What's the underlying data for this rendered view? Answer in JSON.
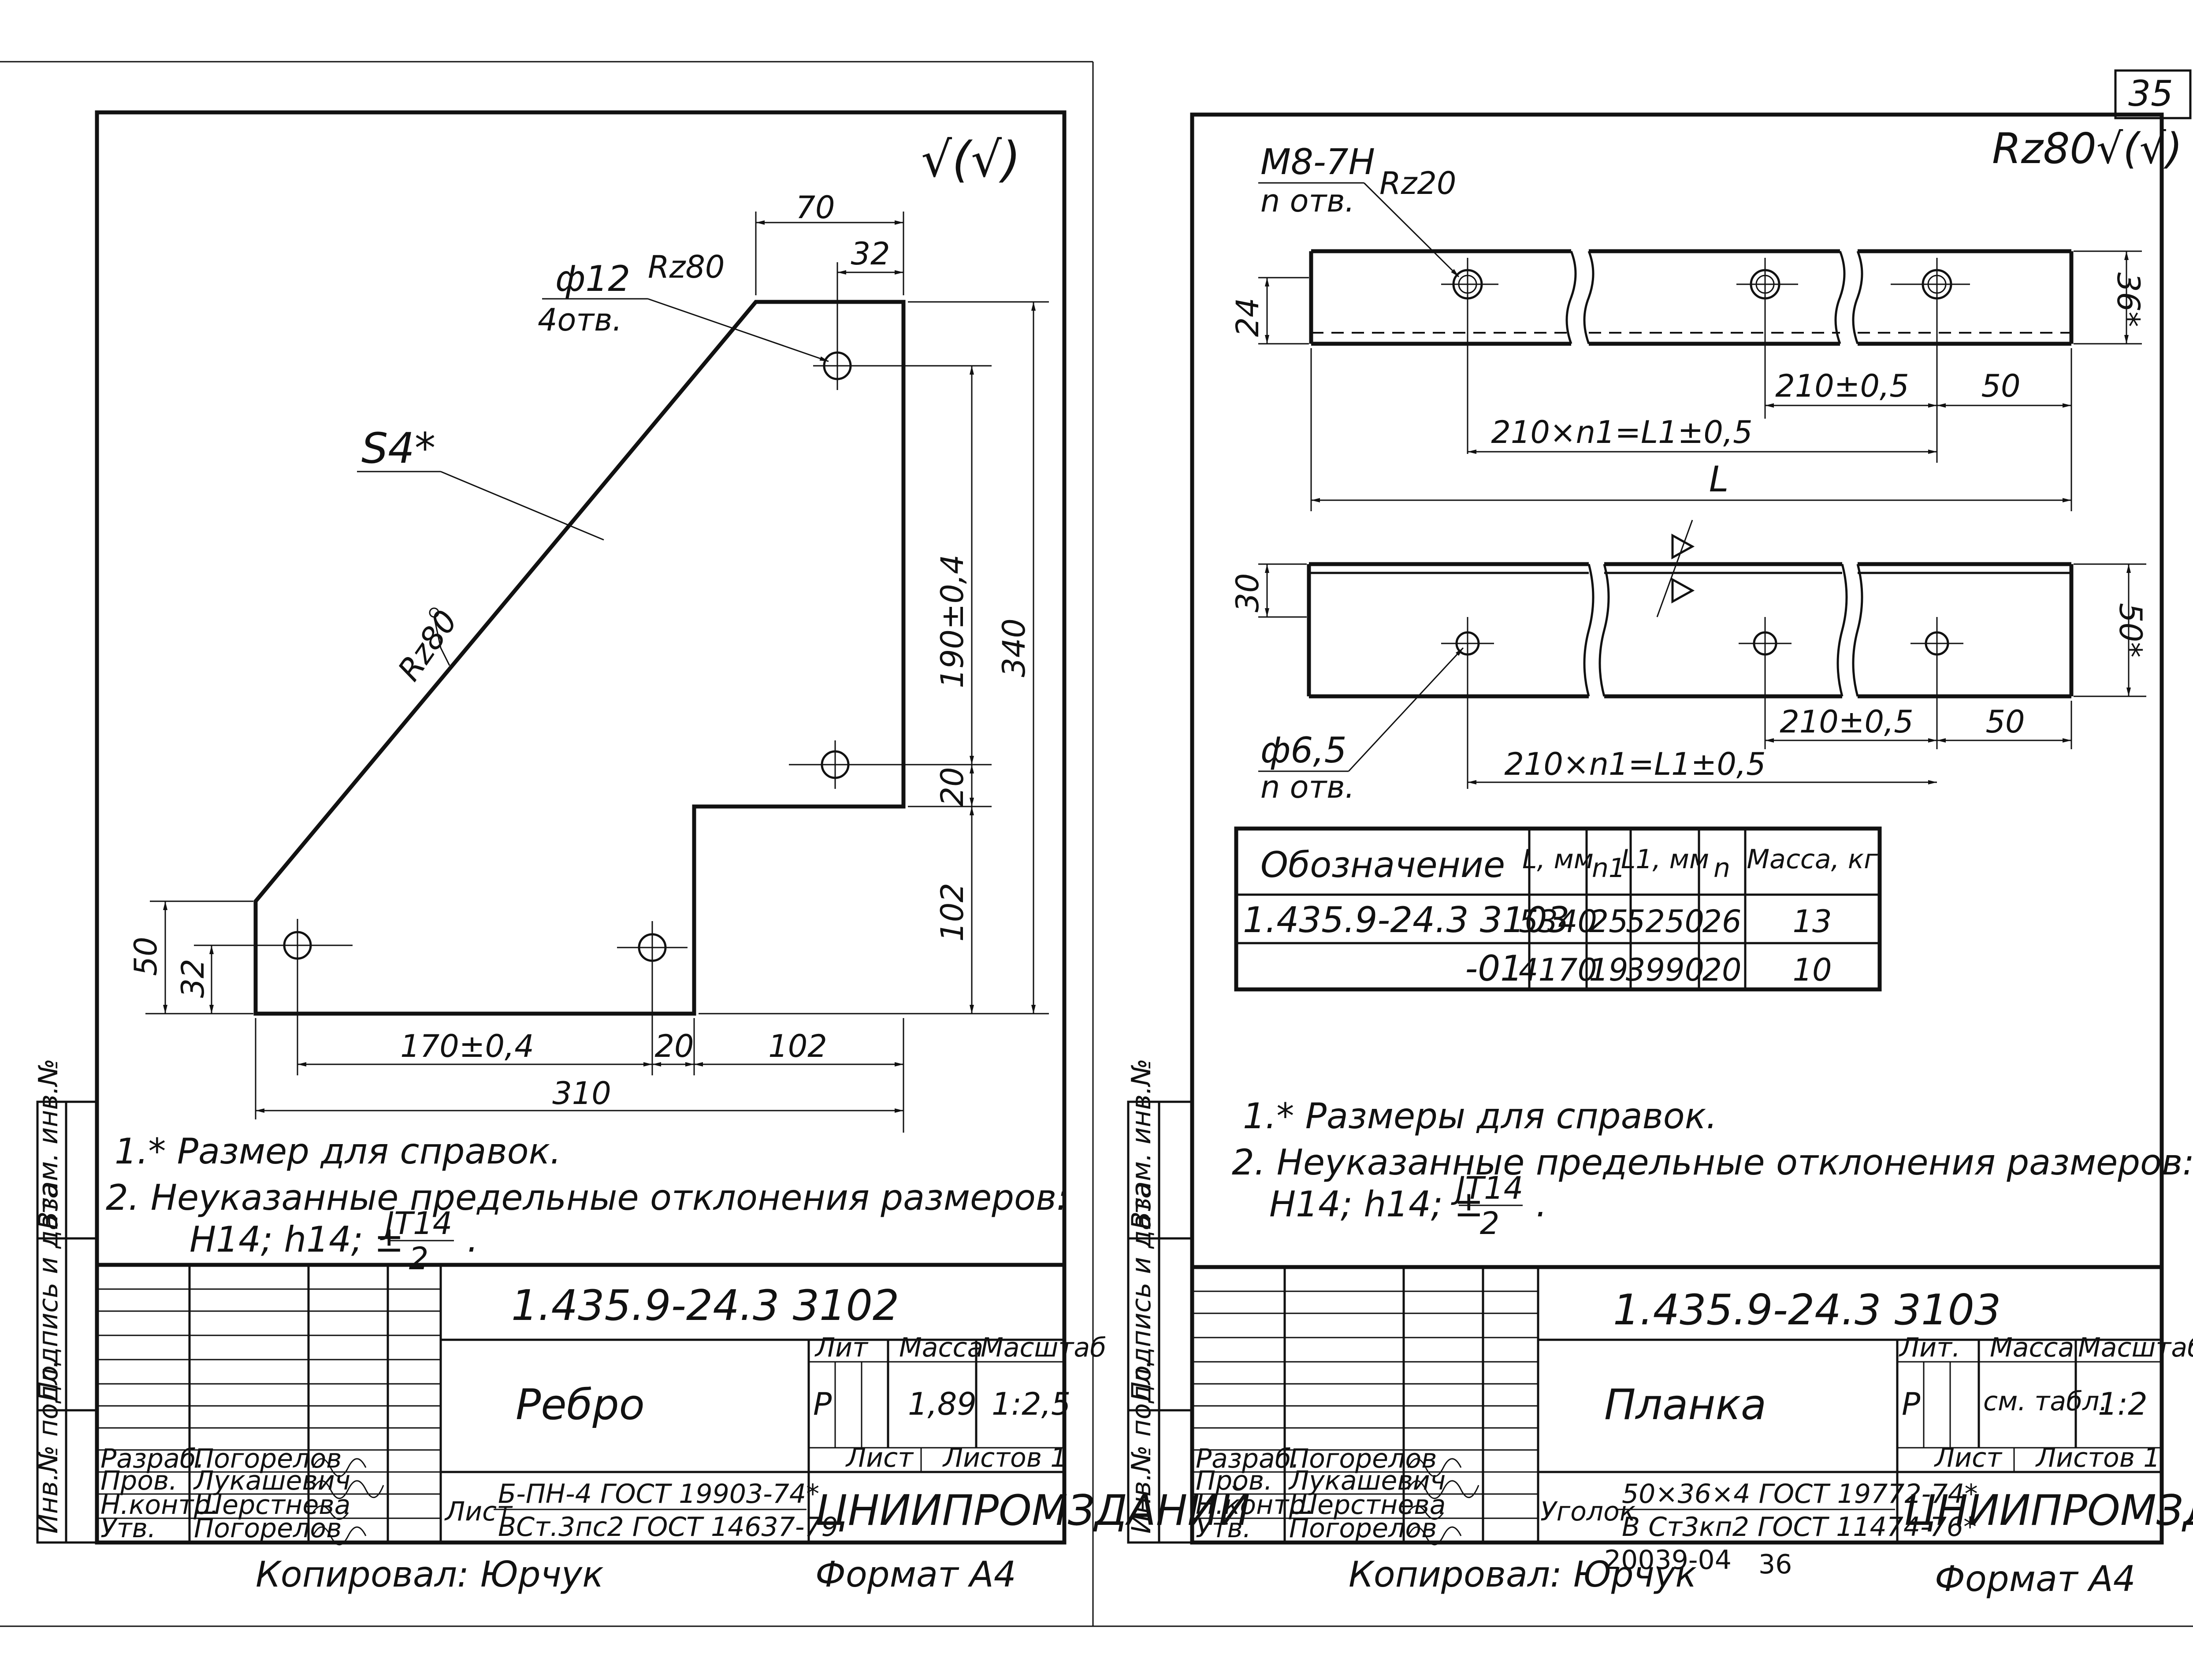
{
  "page_number": "35",
  "left_sheet": {
    "roughness_symbol": "√(√)",
    "hole_label": "ф12",
    "hole_count": "4отв.",
    "hole_roughness": "Rz80",
    "edge_roughness": "Rz80",
    "thickness": "S4*",
    "dims": {
      "top_70": "70",
      "top_32": "32",
      "right_190": "190±0,4",
      "right_20": "20",
      "right_102": "102",
      "right_340": "340",
      "left_50": "50",
      "left_32": "32",
      "bottom_170": "170±0,4",
      "bottom_20": "20",
      "bottom_102": "102",
      "bottom_310": "310"
    },
    "notes": {
      "note1": "1.* Размер для справок.",
      "note2": "2. Неуказанные предельные отклонения размеров:",
      "note2_tol": "Н14; h14; ±",
      "frac_num": "JT14",
      "frac_den": "2",
      "frac_end": "."
    },
    "title_block": {
      "doc_number": "1.435.9-24.3 3102",
      "part_name": "Ребро",
      "material_prefix": "Лист",
      "material_line1": "Б-ПН-4 ГОСТ 19903-74*",
      "material_line2": "ВСт.3пс2 ГОСТ 14637-79",
      "lit_header": "Лит",
      "mass_header": "Масса",
      "scale_header": "Масштаб",
      "lit_value": "Р",
      "mass_value": "1,89",
      "scale_value": "1:2,5",
      "sheet_label": "Лист",
      "sheets_label": "Листов 1",
      "organization": "ЦНИИПРОМЗДАНИЙ",
      "roles": [
        "Разраб.",
        "Пров.",
        "Н.контр.",
        "Утв."
      ],
      "names": [
        "Погорелов",
        "Лукашевич",
        "Шерстнева",
        "Погорелов"
      ]
    },
    "side_stamp": [
      "Инв.№ подл.",
      "Подпись и дата",
      "Взам. инв.№"
    ],
    "copied_by": "Копировал: Юрчук",
    "format": "Формат А4"
  },
  "right_sheet": {
    "roughness_symbol": "Rz80√(√)",
    "thread_label": "М8-7Н",
    "thread_count": "n отв.",
    "thread_roughness": "Rz20",
    "hole_label": "ф6,5",
    "hole_count": "n отв.",
    "dims": {
      "h24": "24",
      "h36": "36*",
      "pitch_a": "210±0,5",
      "end_a": "50",
      "chain_a": "210×n1=L1±0,5",
      "total": "L",
      "h30": "30",
      "h50": "50*",
      "pitch_b": "210±0,5",
      "end_b": "50",
      "chain_b": "210×n1=L1±0,5"
    },
    "table": {
      "headers": [
        "Обозначение",
        "L, мм",
        "n1",
        "L1, мм",
        "n",
        "Масса, кг"
      ],
      "rows": [
        [
          "1.435.9-24.3 3103",
          "5340",
          "25",
          "5250",
          "26",
          "13"
        ],
        [
          "-01",
          "4170",
          "19",
          "3990",
          "20",
          "10"
        ]
      ]
    },
    "notes": {
      "note1": "1.* Размеры для справок.",
      "note2": "2. Неуказанные предельные отклонения размеров:",
      "note2_tol": "Н14; h14; ±",
      "frac_num": "JT14",
      "frac_den": "2",
      "frac_end": "."
    },
    "title_block": {
      "doc_number": "1.435.9-24.3 3103",
      "part_name": "Планка",
      "material_prefix": "Уголок",
      "material_line1": "50×36×4 ГОСТ 19772-74*",
      "material_line2": "В Ст3кп2 ГОСТ 11474-76*",
      "lit_header": "Лит.",
      "mass_header": "Масса",
      "scale_header": "Масштаб",
      "lit_value": "Р",
      "mass_value": "см. табл.",
      "scale_value": "1:2",
      "sheet_label": "Лист",
      "sheets_label": "Листов 1",
      "organization": "ЦНИИПРОМЗДАНИЙ",
      "roles": [
        "Разраб.",
        "Пров.",
        "Н.контр.",
        "Утв."
      ],
      "names": [
        "Погорелов",
        "Лукашевич",
        "Шерстнева",
        "Погорелов"
      ]
    },
    "side_stamp": [
      "Инв.№ подл.",
      "Подпись и дата",
      "Взам. инв.№"
    ],
    "stamp_code": "20039-04",
    "stamp_page": "36",
    "copied_by": "Копировал: Юрчук",
    "format": "Формат А4"
  }
}
